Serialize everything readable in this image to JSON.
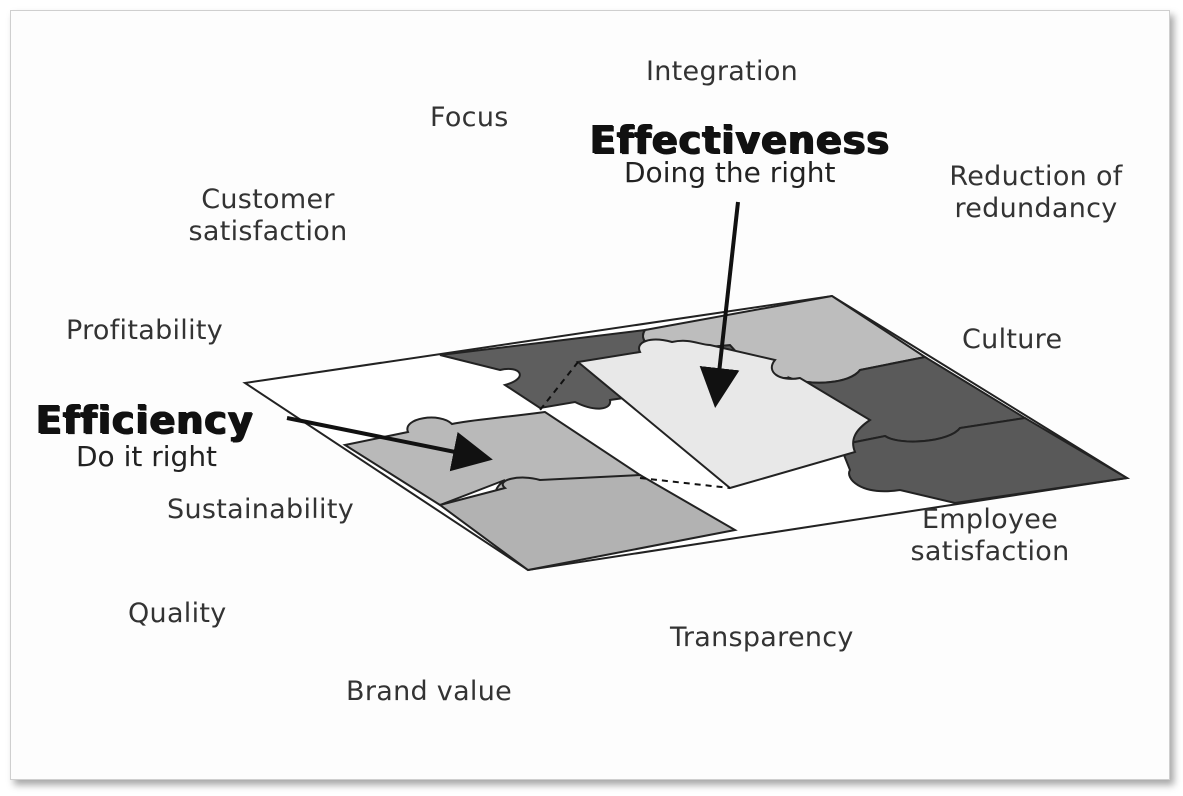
{
  "labels": {
    "integration": "Integration",
    "focus": "Focus",
    "customer_satisfaction_1": "Customer",
    "customer_satisfaction_2": "satisfaction",
    "reduction_1": "Reduction of",
    "reduction_2": "redundancy",
    "profitability": "Profitability",
    "culture": "Culture",
    "sustainability": "Sustainability",
    "employee_1": "Employee",
    "employee_2": "satisfaction",
    "quality": "Quality",
    "transparency": "Transparency",
    "brand_value": "Brand value"
  },
  "effectiveness": {
    "title": "Effectiveness",
    "subtitle": "Doing the right"
  },
  "efficiency": {
    "title": "Efficiency",
    "subtitle": "Do it right"
  },
  "colors": {
    "dark_piece": "#5e5e5e",
    "mid_piece": "#b9b9b9",
    "light_piece": "#e6e6e6",
    "outline": "#222222"
  }
}
